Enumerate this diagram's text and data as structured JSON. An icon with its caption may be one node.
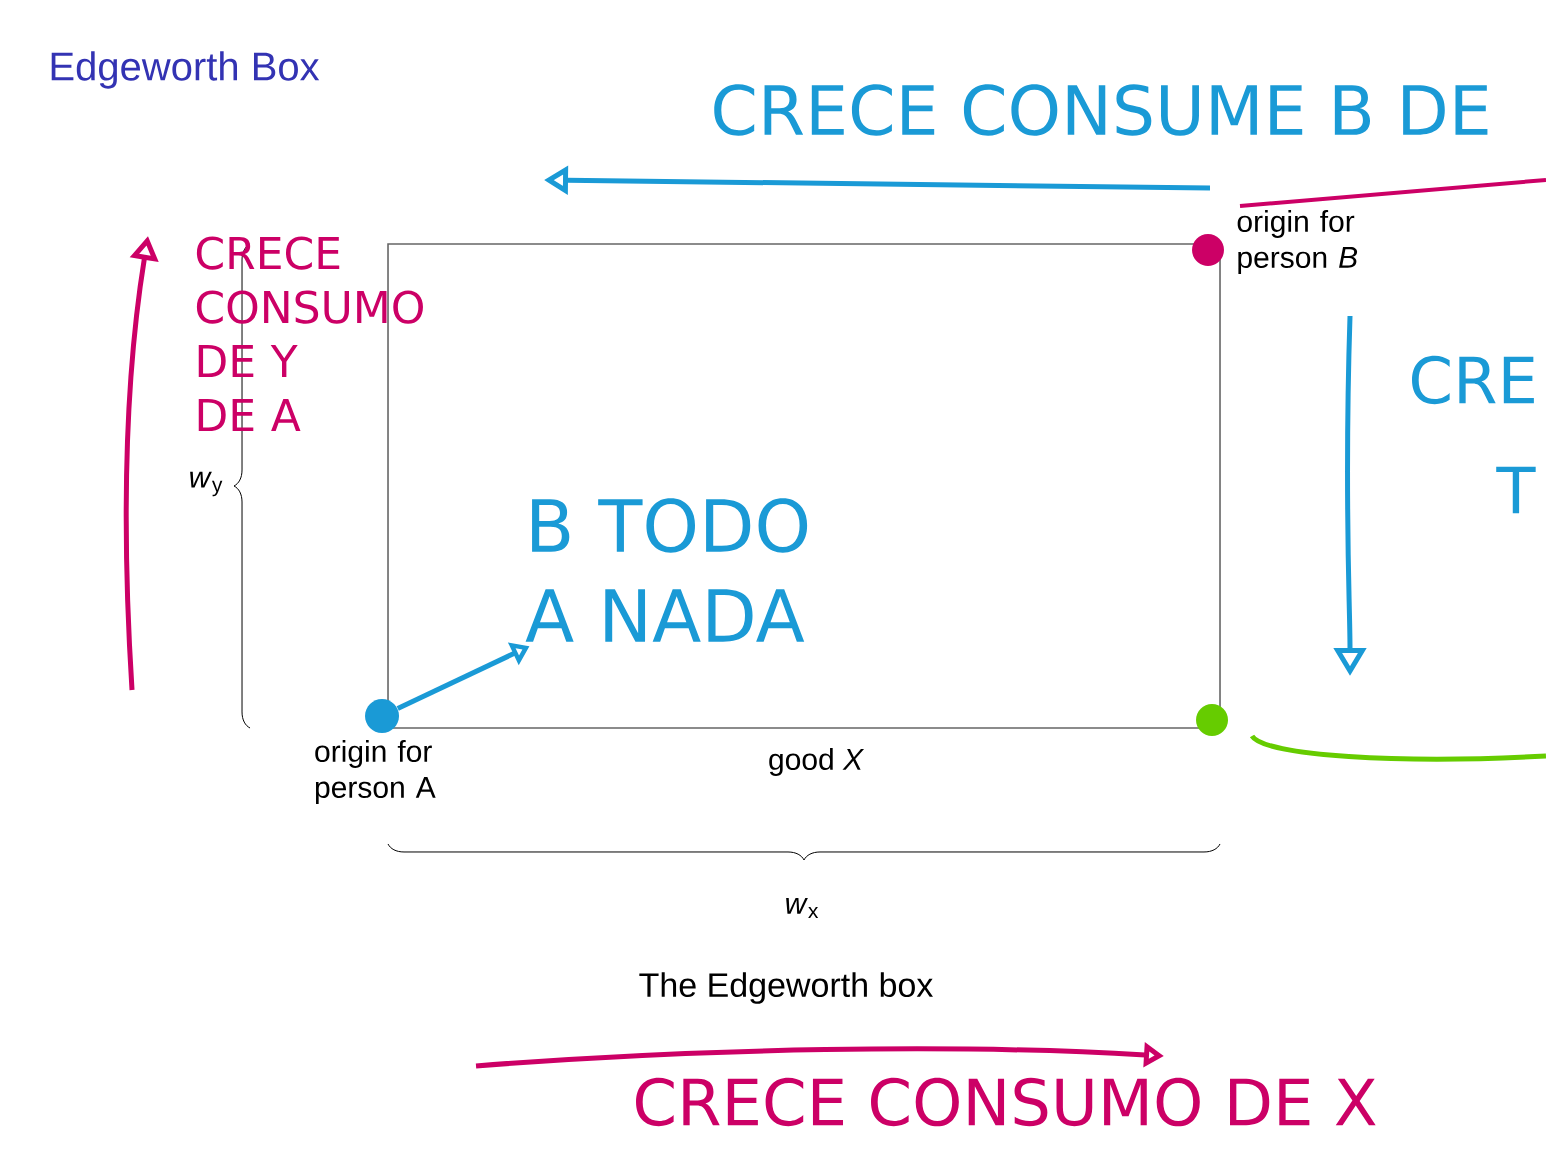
{
  "diagram": {
    "title": "Edgeworth Box",
    "caption": "The Edgeworth box",
    "nodes": [
      {
        "text": [],
        "shape": "circle",
        "beside": [
          "origin for person A"
        ]
      },
      {
        "text": [
          "B TODO A NADA"
        ]
      }
    ],
    "edges": [
      {
        "from": 0,
        "to": 1,
        "arrow": "to",
        "color": "#1a9ad6"
      }
    ],
    "labels": [
      "CRECE CONSUME B DE",
      "origin for person *B*",
      "CRECE CONSUMO DE Y DE A",
      "CRE",
      "*w*$_{y}$",
      "T",
      "good *X*",
      "*w*$_{x}$",
      "CRECE CONSUMO DE X"
    ]
  }
}
